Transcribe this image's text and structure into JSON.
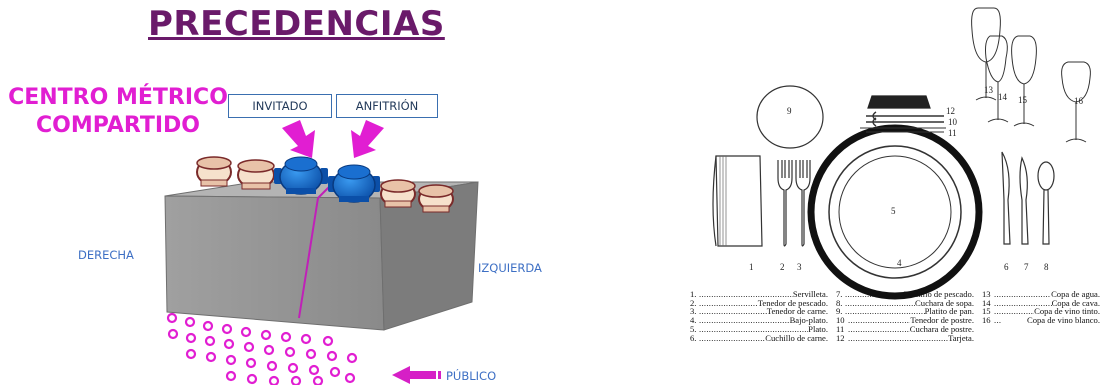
{
  "left": {
    "title": "PRECEDENCIAS",
    "centro_line1": "CENTRO MÉTRICO",
    "centro_line2": "COMPARTIDO",
    "box_invitado": "INVITADO",
    "box_anfitrion": "ANFITRIÓN",
    "derecha": "DERECHA",
    "izquierda": "IZQUIERDA",
    "publico": "PÚBLICO"
  },
  "table_setting": {
    "numbers": {
      "n1": "1",
      "n2": "2",
      "n3": "3",
      "n4": "4",
      "n5": "5",
      "n6": "6",
      "n7": "7",
      "n8": "8",
      "n9": "9",
      "n10": "10",
      "n11": "11",
      "n12": "12",
      "n13": "13",
      "n14": "14",
      "n15": "15",
      "n16": "16"
    },
    "legend": [
      {
        "num": "1.",
        "name": "Servilleta."
      },
      {
        "num": "2.",
        "name": "Tenedor de pescado."
      },
      {
        "num": "3.",
        "name": "Tenedor de carne."
      },
      {
        "num": "4.",
        "name": "Bajo-plato."
      },
      {
        "num": "5.",
        "name": "Plato."
      },
      {
        "num": "6.",
        "name": "Cuchillo de carne."
      },
      {
        "num": "7.",
        "name": "Cuchillo de pescado."
      },
      {
        "num": "8.",
        "name": "Cuchara de sopa."
      },
      {
        "num": "9.",
        "name": "Platito de pan."
      },
      {
        "num": "10",
        "name": "Tenedor de postre."
      },
      {
        "num": "11",
        "name": "Cuchara de postre."
      },
      {
        "num": "12",
        "name": "Tarjeta."
      },
      {
        "num": "13",
        "name": "Copa de agua."
      },
      {
        "num": "14",
        "name": "Copa de cava."
      },
      {
        "num": "15",
        "name": "Copa de vino tinto."
      },
      {
        "num": "16",
        "name": "Copa de vino blanco."
      }
    ]
  },
  "colors": {
    "title": "#6a1a6a",
    "magenta": "#e11ed2",
    "blue_chair": "#1a6fd0",
    "label_blue": "#3d6fc4",
    "table_gray": "#8c8c8c"
  }
}
